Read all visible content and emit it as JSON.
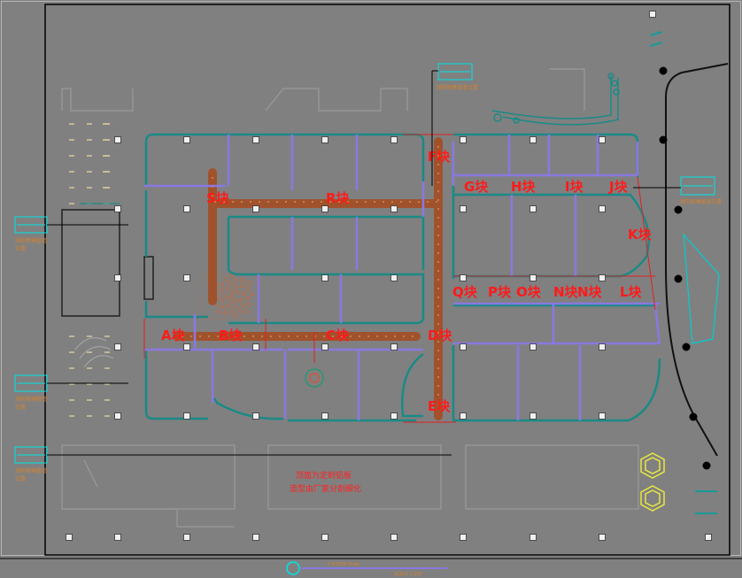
{
  "colors": {
    "background": "#808080",
    "wall": "#1a8a86",
    "partition": "#8a78e0",
    "corridor": "#a0522d",
    "label": "#ff1a1a",
    "callout": "#00e5e5",
    "annotation": "#d9822b",
    "hatch": "#cc6633"
  },
  "blocks": [
    {
      "id": "A",
      "label": "A块"
    },
    {
      "id": "B",
      "label": "B块"
    },
    {
      "id": "C",
      "label": "C块"
    },
    {
      "id": "D",
      "label": "D块"
    },
    {
      "id": "E",
      "label": "E块"
    },
    {
      "id": "F",
      "label": "F块"
    },
    {
      "id": "G",
      "label": "G块"
    },
    {
      "id": "H",
      "label": "H块"
    },
    {
      "id": "I",
      "label": "I块"
    },
    {
      "id": "J",
      "label": "J块"
    },
    {
      "id": "K",
      "label": "K块"
    },
    {
      "id": "L",
      "label": "L块"
    },
    {
      "id": "N1",
      "label": "N块"
    },
    {
      "id": "N2",
      "label": "N块"
    },
    {
      "id": "O",
      "label": "O块"
    },
    {
      "id": "P",
      "label": "P块"
    },
    {
      "id": "Q",
      "label": "Q块"
    },
    {
      "id": "R",
      "label": "R块"
    },
    {
      "id": "S",
      "label": "S块"
    }
  ],
  "center_note": {
    "line1": "顶面为定制铝板",
    "line2": "造型由厂家分割细化"
  },
  "callouts": [
    {
      "id": "top",
      "text": "消防喷淋管道位置"
    },
    {
      "id": "right",
      "text": "消防喷淋管道位置"
    },
    {
      "id": "left1",
      "line1": "消防喷淋管道",
      "line2": "位置"
    },
    {
      "id": "left2",
      "line1": "消防喷淋管道",
      "line2": "位置"
    },
    {
      "id": "left3",
      "line1": "消防喷淋管道",
      "line2": "位置"
    }
  ],
  "drawing_title": {
    "main": "F FLOOR PLAN",
    "sub": "SCALE 1:100"
  }
}
